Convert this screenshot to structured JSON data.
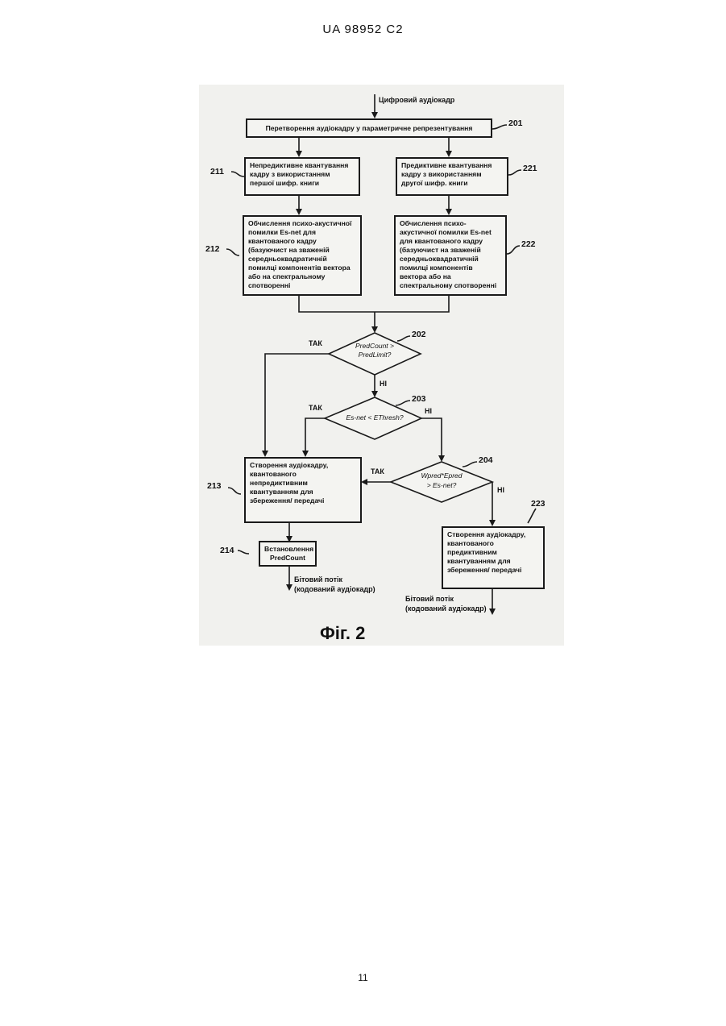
{
  "header": {
    "doc_id": "UA   98952   C2"
  },
  "footer": {
    "page_number": "11"
  },
  "figure": {
    "input_label": "Цифровий аудіокадр",
    "box_201": "Перетворення аудіокадру у параметричне репрезентування",
    "box_211": "Непредиктивне квантування кадру з використанням першої шифр. книги",
    "box_221": "Предиктивне квантування кадру з використанням другої  шифр. книги",
    "box_212": "Обчислення психо-акустичної помилки Es-net для квантованого кадру (базуючиcт на зваженій середньоквадратичній помилці компонентів вектора або на спектральному спотворенні",
    "box_222": "Обчислення психо-акустичної помилки Es-net для квантованого кадру (базуючиcт на зваженій середньоквадратичній помилці компонентів вектора або на спектральному спотворенні",
    "decision_202": "PredCount > PredLimit?",
    "decision_203": "Es-net < EThresh?",
    "decision_204_line1": "Wpred*Epred",
    "decision_204_line2": "> Es-net?",
    "box_213": "Створення аудіокадру, квантованого непредиктивним квантуванням для збереження/ передачі",
    "box_214": "Встановлення PredCount",
    "box_223": "Створення аудіокадру, квантованого предиктивним квантуванням для збереження/ передачі",
    "output_left": "Бітовий потік (кодований аудіокадр)",
    "output_right": "Бітовий потік (кодований аудіокадр)",
    "yes_label": "ТАК",
    "no_label": "НІ",
    "refs": {
      "r201": "201",
      "r211": "211",
      "r221": "221",
      "r212": "212",
      "r222": "222",
      "r202": "202",
      "r203": "203",
      "r204": "204",
      "r213": "213",
      "r214": "214",
      "r223": "223"
    },
    "caption": "Фіг. 2"
  }
}
